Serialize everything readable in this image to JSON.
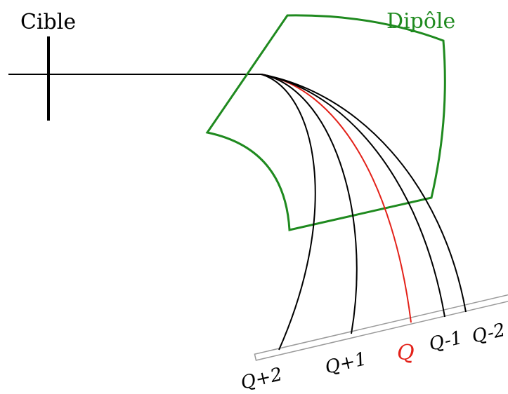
{
  "labels": {
    "target": "Cible",
    "dipole": "Dipôle",
    "q_plus_2": "Q+2",
    "q_plus_1": "Q+1",
    "q": "Q",
    "q_minus_1": "Q-1",
    "q_minus_2": "Q-2"
  },
  "colors": {
    "trajectory": "#000000",
    "reference_trajectory": "#e32119",
    "dipole": "#1f8a1f",
    "detector_fill": "#ffffff",
    "detector_stroke": "#9a9a9a"
  }
}
